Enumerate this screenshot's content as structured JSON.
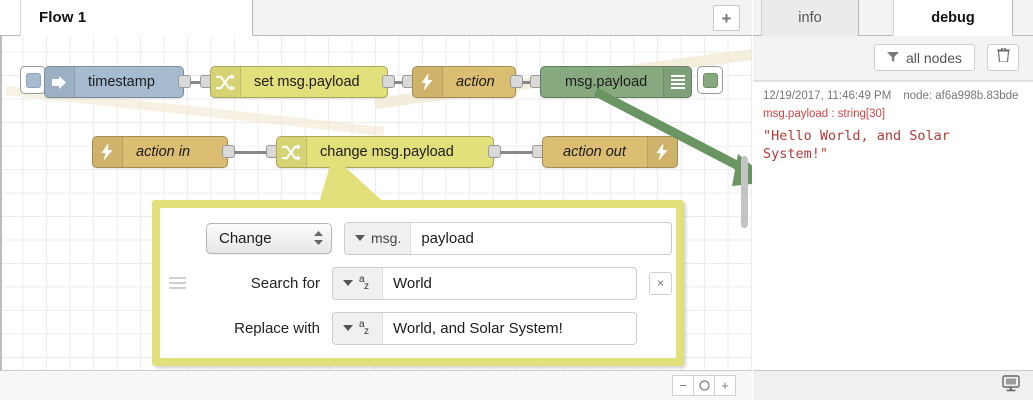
{
  "editor": {
    "tab": {
      "label": "Flow 1"
    },
    "add_tab_label": "+",
    "nodes": [
      {
        "id": "inject",
        "label": "timestamp",
        "icon": "arrow-right-icon"
      },
      {
        "id": "set",
        "label": "set msg.payload",
        "icon": "change-shuffle-icon"
      },
      {
        "id": "action",
        "label": "action",
        "icon": "bolt-icon"
      },
      {
        "id": "debug",
        "label": "msg.payload",
        "icon": "debug-lines-icon"
      },
      {
        "id": "actionin",
        "label": "action in",
        "icon": "bolt-icon"
      },
      {
        "id": "change",
        "label": "change msg.payload",
        "icon": "change-shuffle-icon"
      },
      {
        "id": "actionout",
        "label": "action out",
        "icon": "bolt-icon"
      }
    ],
    "footer": {
      "zoom_out_label": "−",
      "zoom_reset_label": "○",
      "zoom_in_label": "+"
    }
  },
  "edit_panel": {
    "rule_type": "Change",
    "target": {
      "prefix": "msg.",
      "value": "payload"
    },
    "search": {
      "label": "Search for",
      "type_icon": "az-icon",
      "value": "World"
    },
    "replace": {
      "label": "Replace with",
      "type_icon": "az-icon",
      "value": "World, and Solar System!"
    },
    "delete_row_label": "×"
  },
  "sidebar": {
    "tabs": [
      {
        "id": "info",
        "label": "info",
        "active": false
      },
      {
        "id": "debug",
        "label": "debug",
        "active": true
      }
    ],
    "toolbar": {
      "filter_label": "all nodes",
      "filter_icon": "funnel-icon",
      "clear_icon": "trash-icon"
    },
    "messages": [
      {
        "timestamp": "12/19/2017, 11:46:49 PM",
        "node": "node: af6a998b.83bde",
        "property": "msg.payload : string[30]",
        "value": "\"Hello World, and Solar System!\""
      }
    ],
    "footer": {
      "monitor_icon": "monitor-icon"
    }
  },
  "colors": {
    "inject": "#a6bbcf",
    "function": "#e2e07b",
    "action": "#dbbe72",
    "debug_node": "#87a980",
    "highlight": "#e2e07b",
    "arrow": "#6b9463",
    "debug_text": "#b23b3b"
  }
}
